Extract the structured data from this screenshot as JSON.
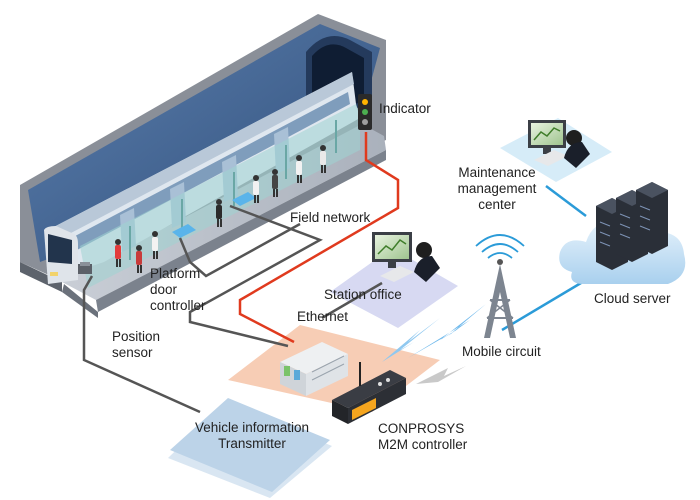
{
  "labels": {
    "indicator": "Indicator",
    "field_network": "Field network",
    "maintenance_1": "Maintenance",
    "maintenance_2": "management",
    "maintenance_3": "center",
    "platform_1": "Platform",
    "platform_2": "door",
    "platform_3": "controller",
    "station_office": "Station office",
    "ethernet": "Ethernet",
    "cloud_server": "Cloud server",
    "position_1": "Position",
    "position_2": "sensor",
    "mobile_circuit": "Mobile circuit",
    "vehicle_1": "Vehicle information",
    "vehicle_2": "Transmitter",
    "conprosys_1": "CONPROSYS",
    "conprosys_2": "M2M controller"
  },
  "colors": {
    "field_network_line": "#e03a1e",
    "ethernet_line": "#555555",
    "cloud_line": "#2b9bd8",
    "platform_panel": "#f7cdb5",
    "office_panel": "#d7d9f2",
    "maintenance_panel": "#d6ecf8",
    "transmitter_panel": "#bcd3e8",
    "controller_accent": "#f5a51e"
  },
  "icons": [
    "indicator-icon",
    "train-icon",
    "platform-door-icon",
    "position-sensor-icon",
    "workstation-icon",
    "antenna-tower-icon",
    "server-rack-icon",
    "cloud-icon",
    "io-module-icon",
    "m2m-controller-icon",
    "lightning-icon"
  ]
}
